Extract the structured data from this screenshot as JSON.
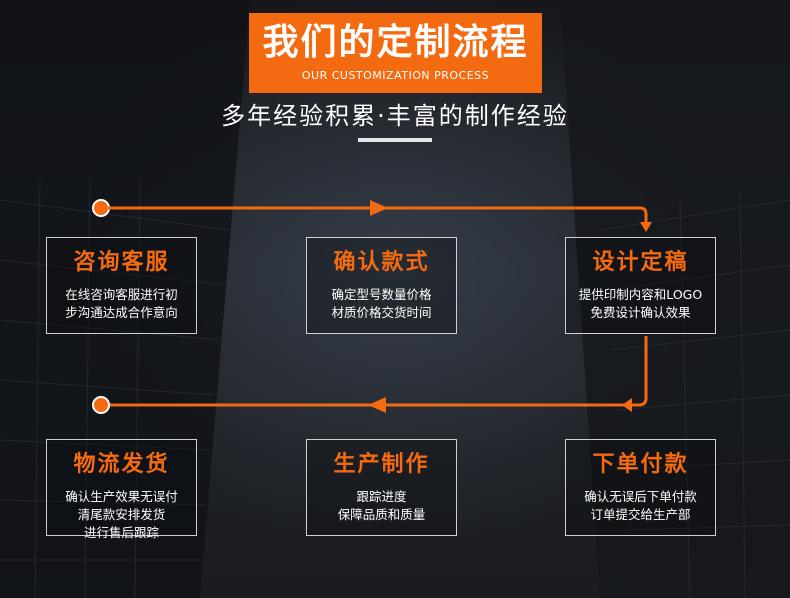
{
  "header": {
    "title": "我们的定制流程",
    "title_en": "OUR CUSTOMIZATION PROCESS",
    "subtitle": "多年经验积累·丰富的制作经验"
  },
  "colors": {
    "accent": "#f46a10",
    "text": "#ffffff",
    "card_border": "#cfcfcf",
    "background": "#1b1e23"
  },
  "steps": [
    {
      "title": "咨询客服",
      "desc": "在线咨询客服进行初\n步沟通达成合作意向"
    },
    {
      "title": "确认款式",
      "desc": "确定型号数量价格\n材质价格交货时间"
    },
    {
      "title": "设计定稿",
      "desc": "提供印制内容和LOGO\n免费设计确认效果"
    },
    {
      "title": "下单付款",
      "desc": "确认无误后下单付款\n订单提交给生产部"
    },
    {
      "title": "生产制作",
      "desc": "跟踪进度\n保障品质和质量"
    },
    {
      "title": "物流发货",
      "desc": "确认生产效果无误付\n清尾款安排发货\n进行售后跟踪"
    }
  ]
}
